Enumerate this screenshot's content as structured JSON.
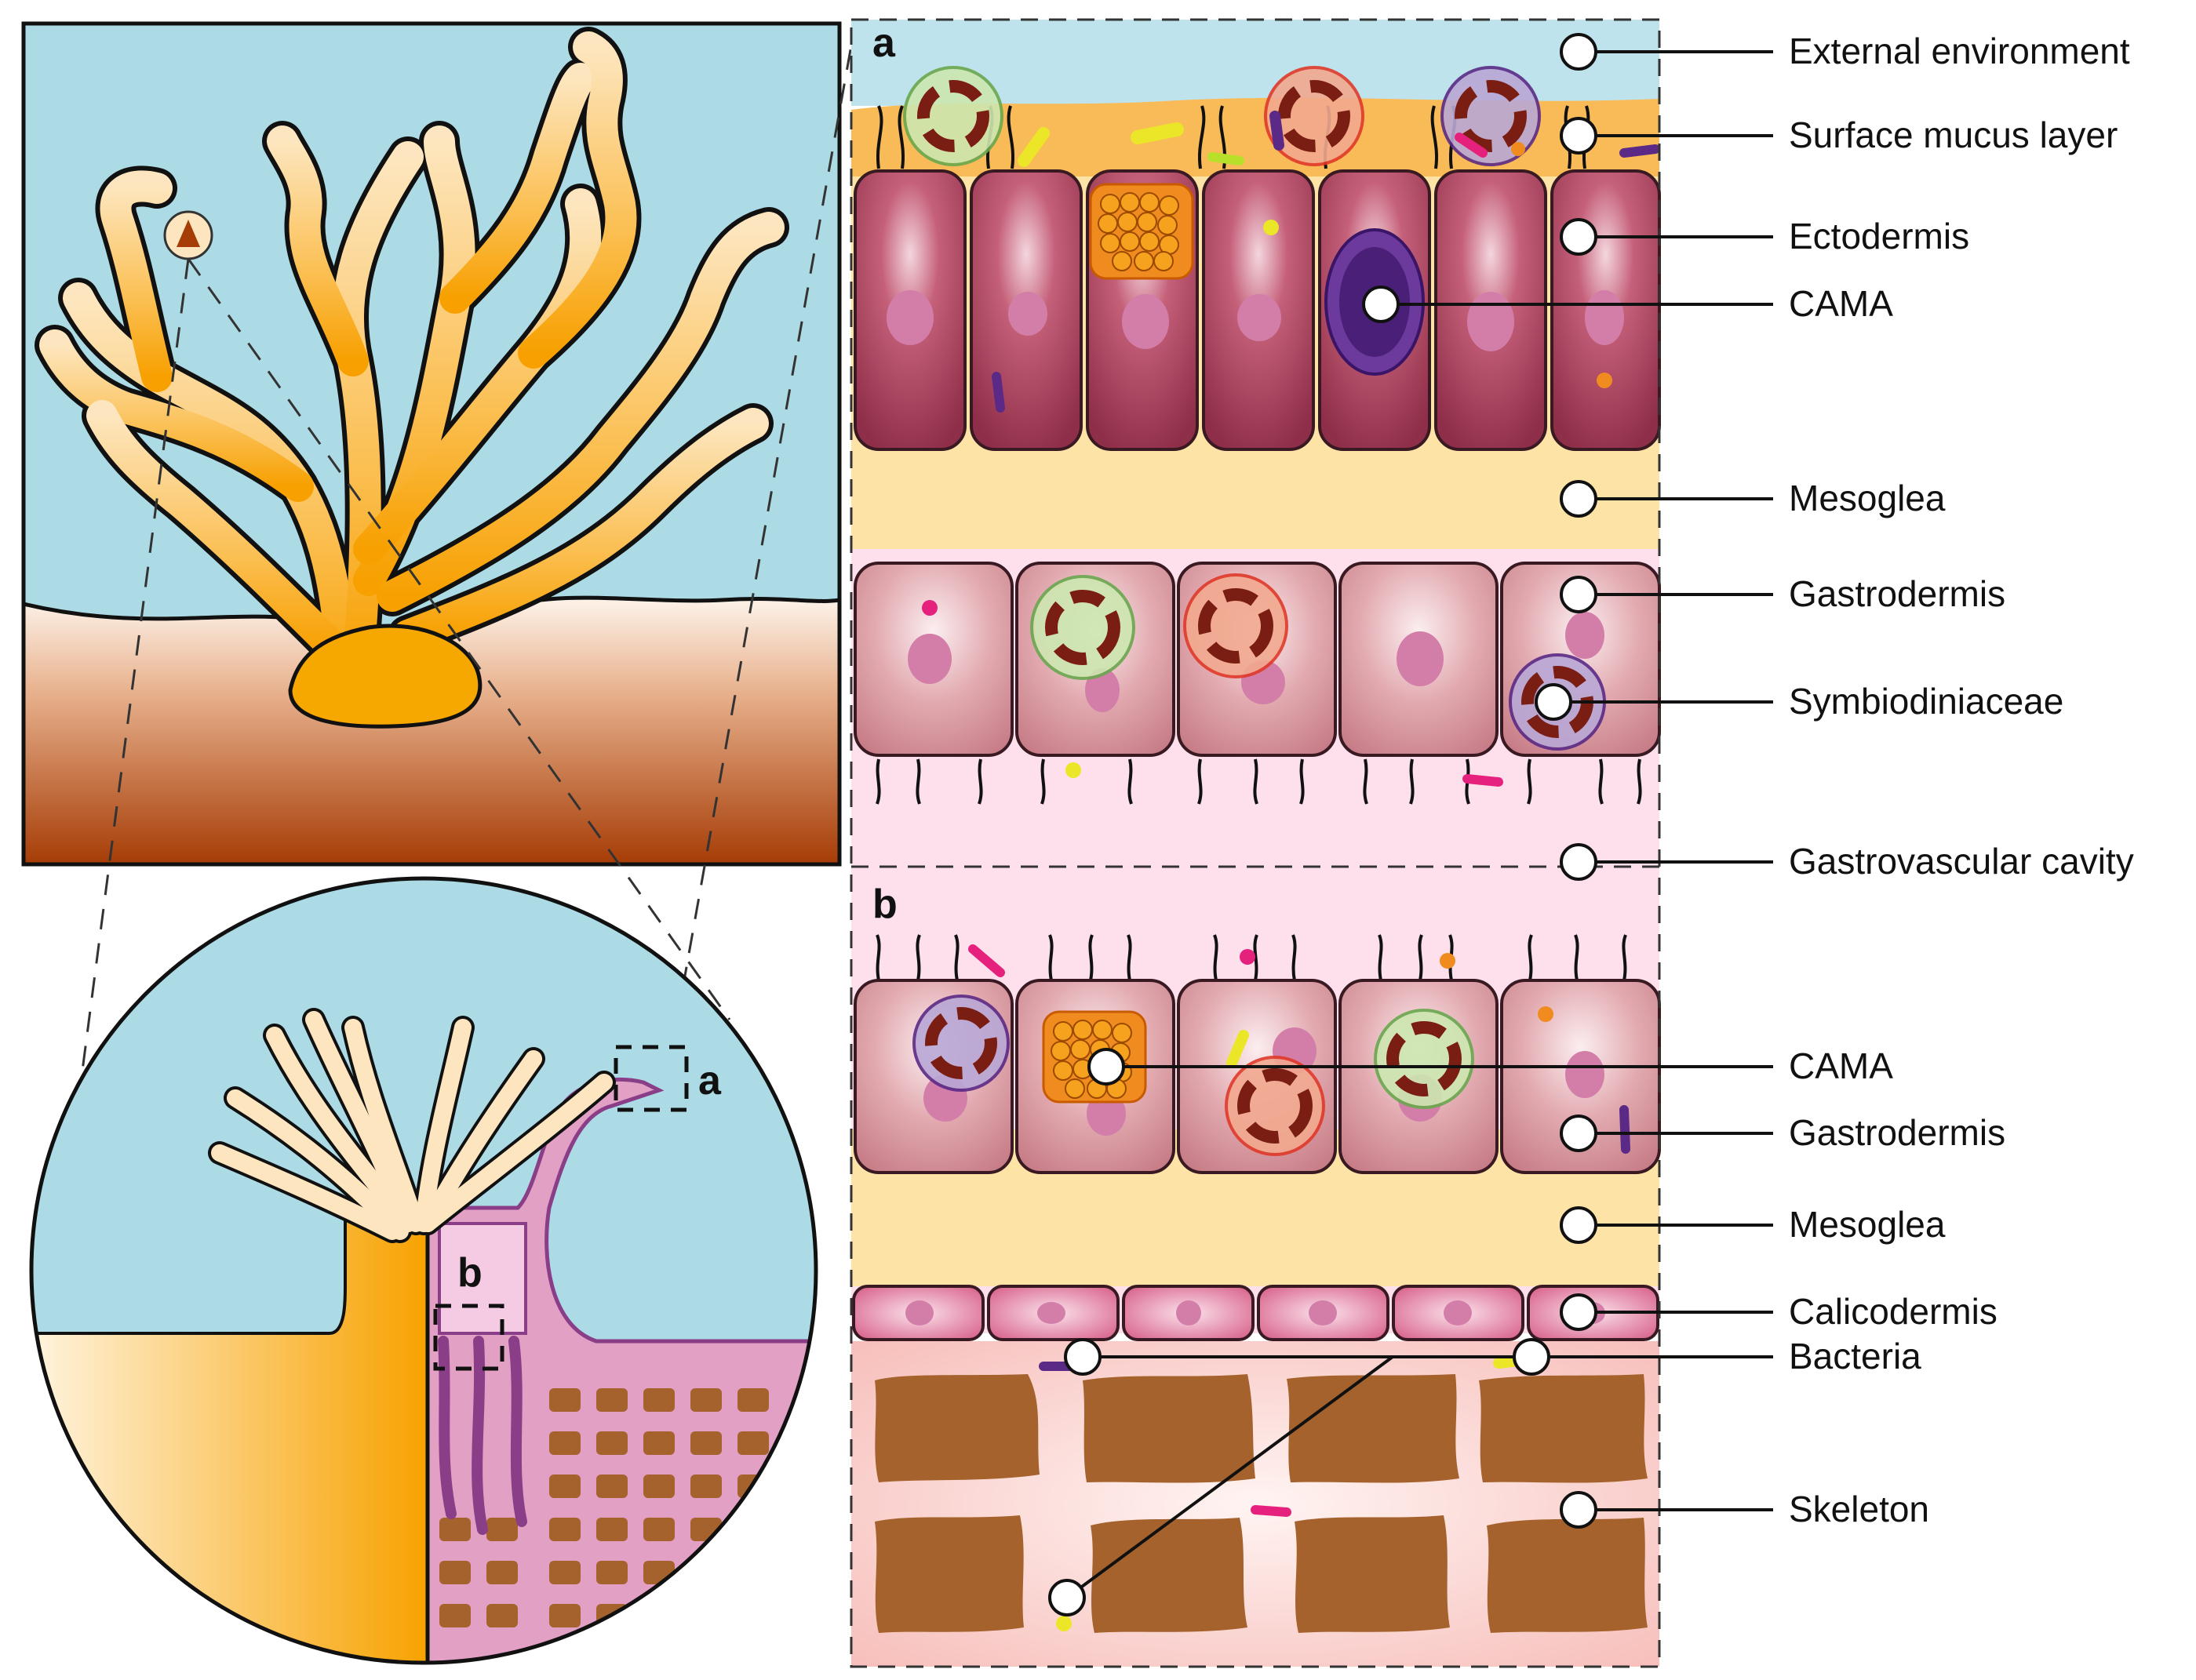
{
  "panels": {
    "a": "a",
    "b": "b"
  },
  "labels": {
    "external_environment": "External environment",
    "surface_mucus_layer": "Surface mucus layer",
    "ectodermis": "Ectodermis",
    "cama_a": "CAMA",
    "mesoglea_a": "Mesoglea",
    "gastrodermis_a": "Gastrodermis",
    "symbiodiniaceae": "Symbiodiniaceae",
    "gastrovascular_cavity": "Gastrovascular cavity",
    "cama_b": "CAMA",
    "gastrodermis_b": "Gastrodermis",
    "mesoglea_b": "Mesoglea",
    "calicodermis": "Calicodermis",
    "bacteria": "Bacteria",
    "skeleton": "Skeleton"
  },
  "colors": {
    "water": "#acdbe6",
    "coral_orange": "#f7a800",
    "coral_light": "#fde6bf",
    "sediment_top": "#fdf3ea",
    "sediment_bottom": "#a63c06",
    "external": "#bfe3ec",
    "mucus": "#f9bb58",
    "ecto_cell": "#9b3450",
    "mesoglea": "#fde3a6",
    "gastro_cell": "#d79aa0",
    "cavity": "#fde0ec",
    "calico_cell": "#dc6a90",
    "skeleton_bg": "#fbd2cf",
    "skeleton_block": "#a5622c",
    "cama": "#f08c1f",
    "cama_purple": "#5b2a86",
    "nucleus": "#d27ea9"
  }
}
